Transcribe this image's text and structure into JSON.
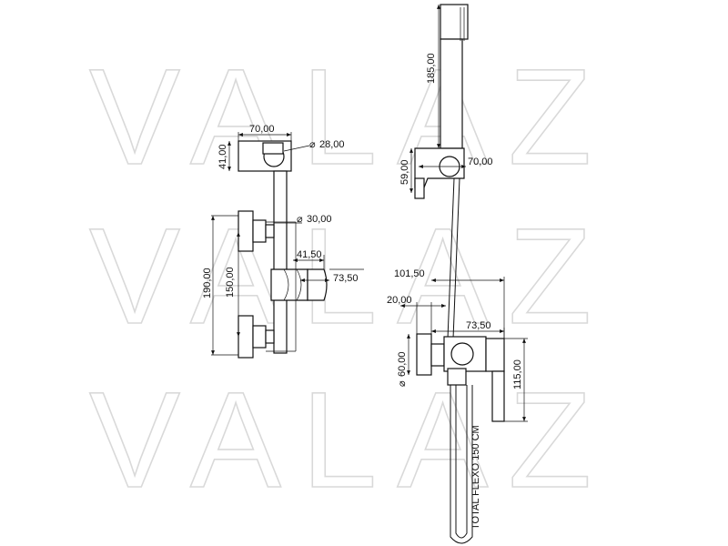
{
  "watermark": "VALAZ",
  "left_view": {
    "dim_top_width": "70,00",
    "dim_top_height": "41,00",
    "dim_holder_dia": "28,00",
    "dim_valve_dia": "30,00",
    "dim_outer_height": "190,00",
    "dim_inner_height": "150,00",
    "dim_outlet_short": "41,50",
    "dim_outlet_long": "73,50"
  },
  "right_view": {
    "dim_hand_shower": "185,00",
    "dim_holder_height": "59,00",
    "dim_holder_width": "70,00",
    "dim_total_depth": "101,50",
    "dim_flange_depth": "20,00",
    "dim_body_depth": "73,50",
    "dim_flange_dia": "60,00",
    "dim_lever_height": "115,00",
    "hose_note": "TOTAL FLEXO 150 CM"
  },
  "symbols": {
    "diameter": "⌀"
  }
}
